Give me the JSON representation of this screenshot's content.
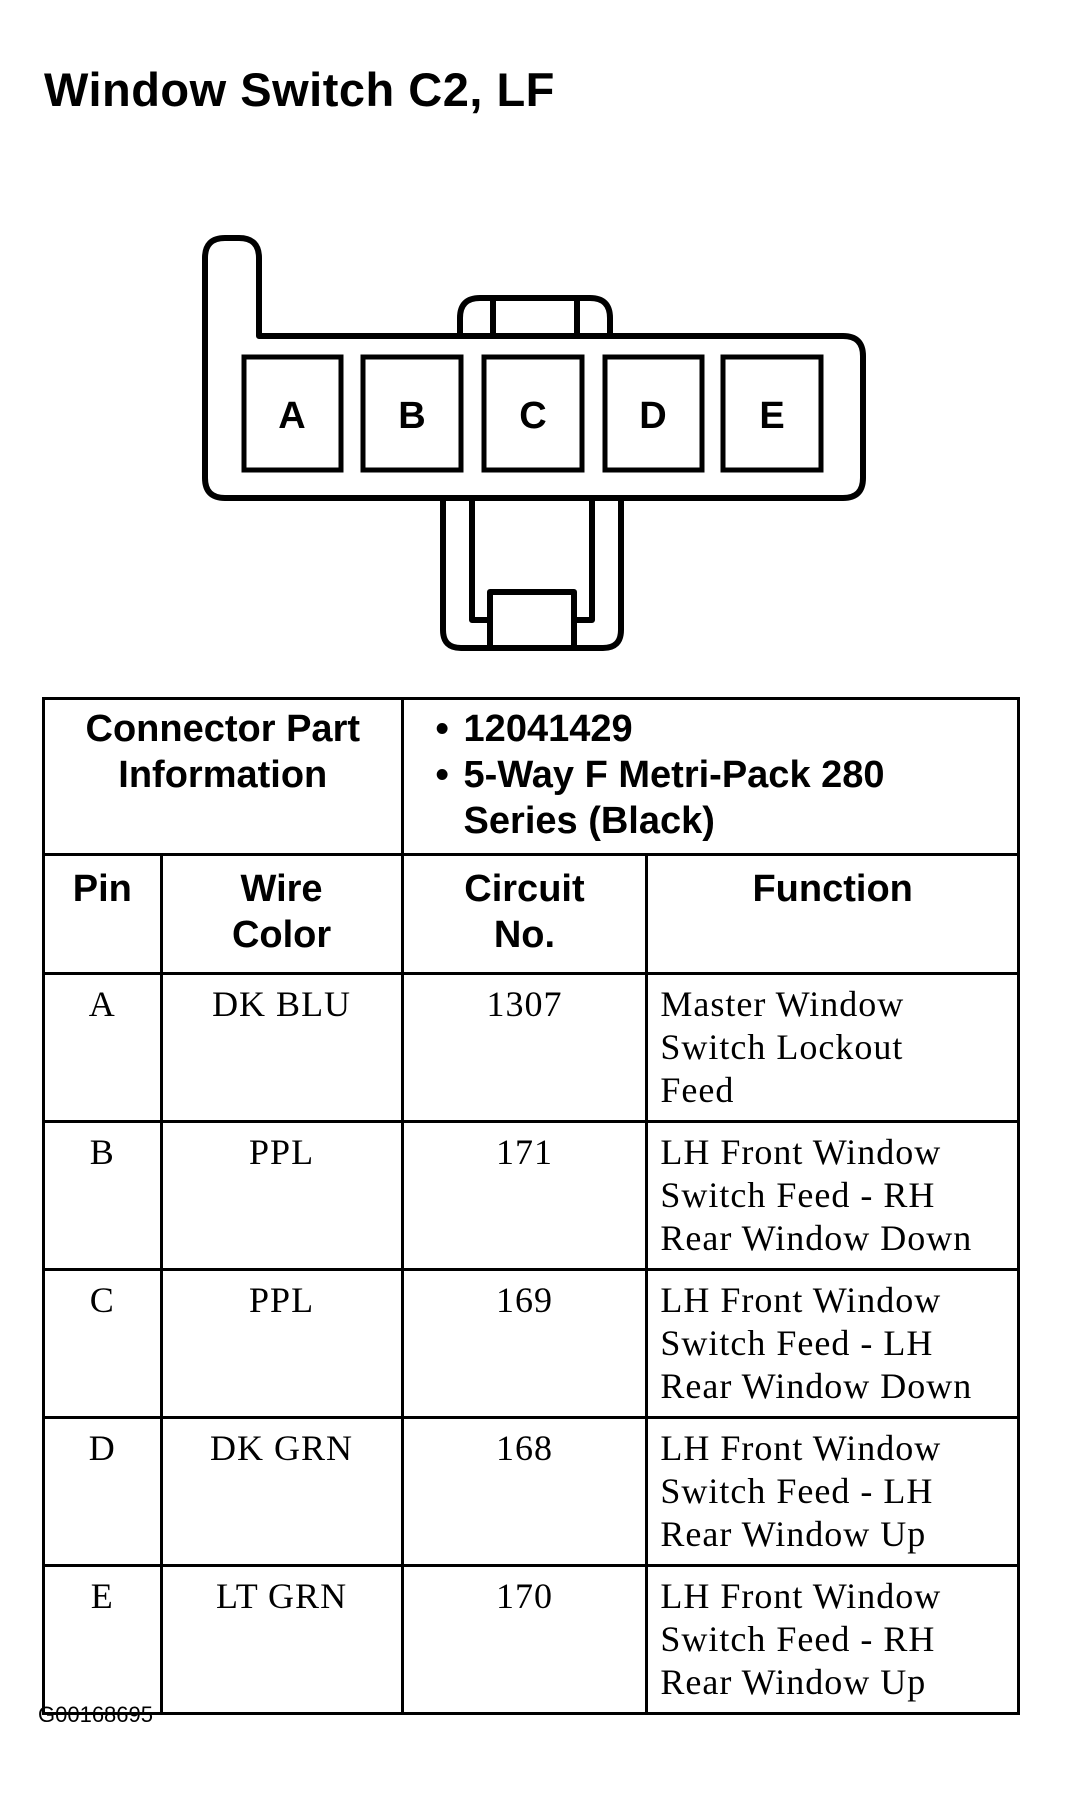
{
  "title": "Window Switch C2, LF",
  "connector": {
    "pins": [
      "A",
      "B",
      "C",
      "D",
      "E"
    ]
  },
  "part_info": {
    "label_line1": "Connector Part",
    "label_line2": "Information",
    "bullet": "•",
    "items": [
      {
        "lines": [
          "12041429"
        ]
      },
      {
        "lines": [
          "5-Way F Metri-Pack 280",
          "Series (Black)"
        ]
      }
    ]
  },
  "columns": {
    "pin": "Pin",
    "wire_line1": "Wire",
    "wire_line2": "Color",
    "circuit_line1": "Circuit",
    "circuit_line2": "No.",
    "function": "Function"
  },
  "rows": [
    {
      "pin": "A",
      "wire": "DK BLU",
      "circuit": "1307",
      "function": [
        "Master Window",
        "Switch Lockout",
        "Feed"
      ]
    },
    {
      "pin": "B",
      "wire": "PPL",
      "circuit": "171",
      "function": [
        "LH Front Window",
        "Switch Feed - RH",
        "Rear Window Down"
      ]
    },
    {
      "pin": "C",
      "wire": "PPL",
      "circuit": "169",
      "function": [
        "LH Front Window",
        "Switch Feed - LH",
        "Rear Window Down"
      ]
    },
    {
      "pin": "D",
      "wire": "DK GRN",
      "circuit": "168",
      "function": [
        "LH Front Window",
        "Switch Feed - LH",
        "Rear Window Up"
      ]
    },
    {
      "pin": "E",
      "wire": "LT GRN",
      "circuit": "170",
      "function": [
        "LH Front Window",
        "Switch Feed - RH",
        "Rear Window Up"
      ]
    }
  ],
  "figure_id": "G00168695"
}
